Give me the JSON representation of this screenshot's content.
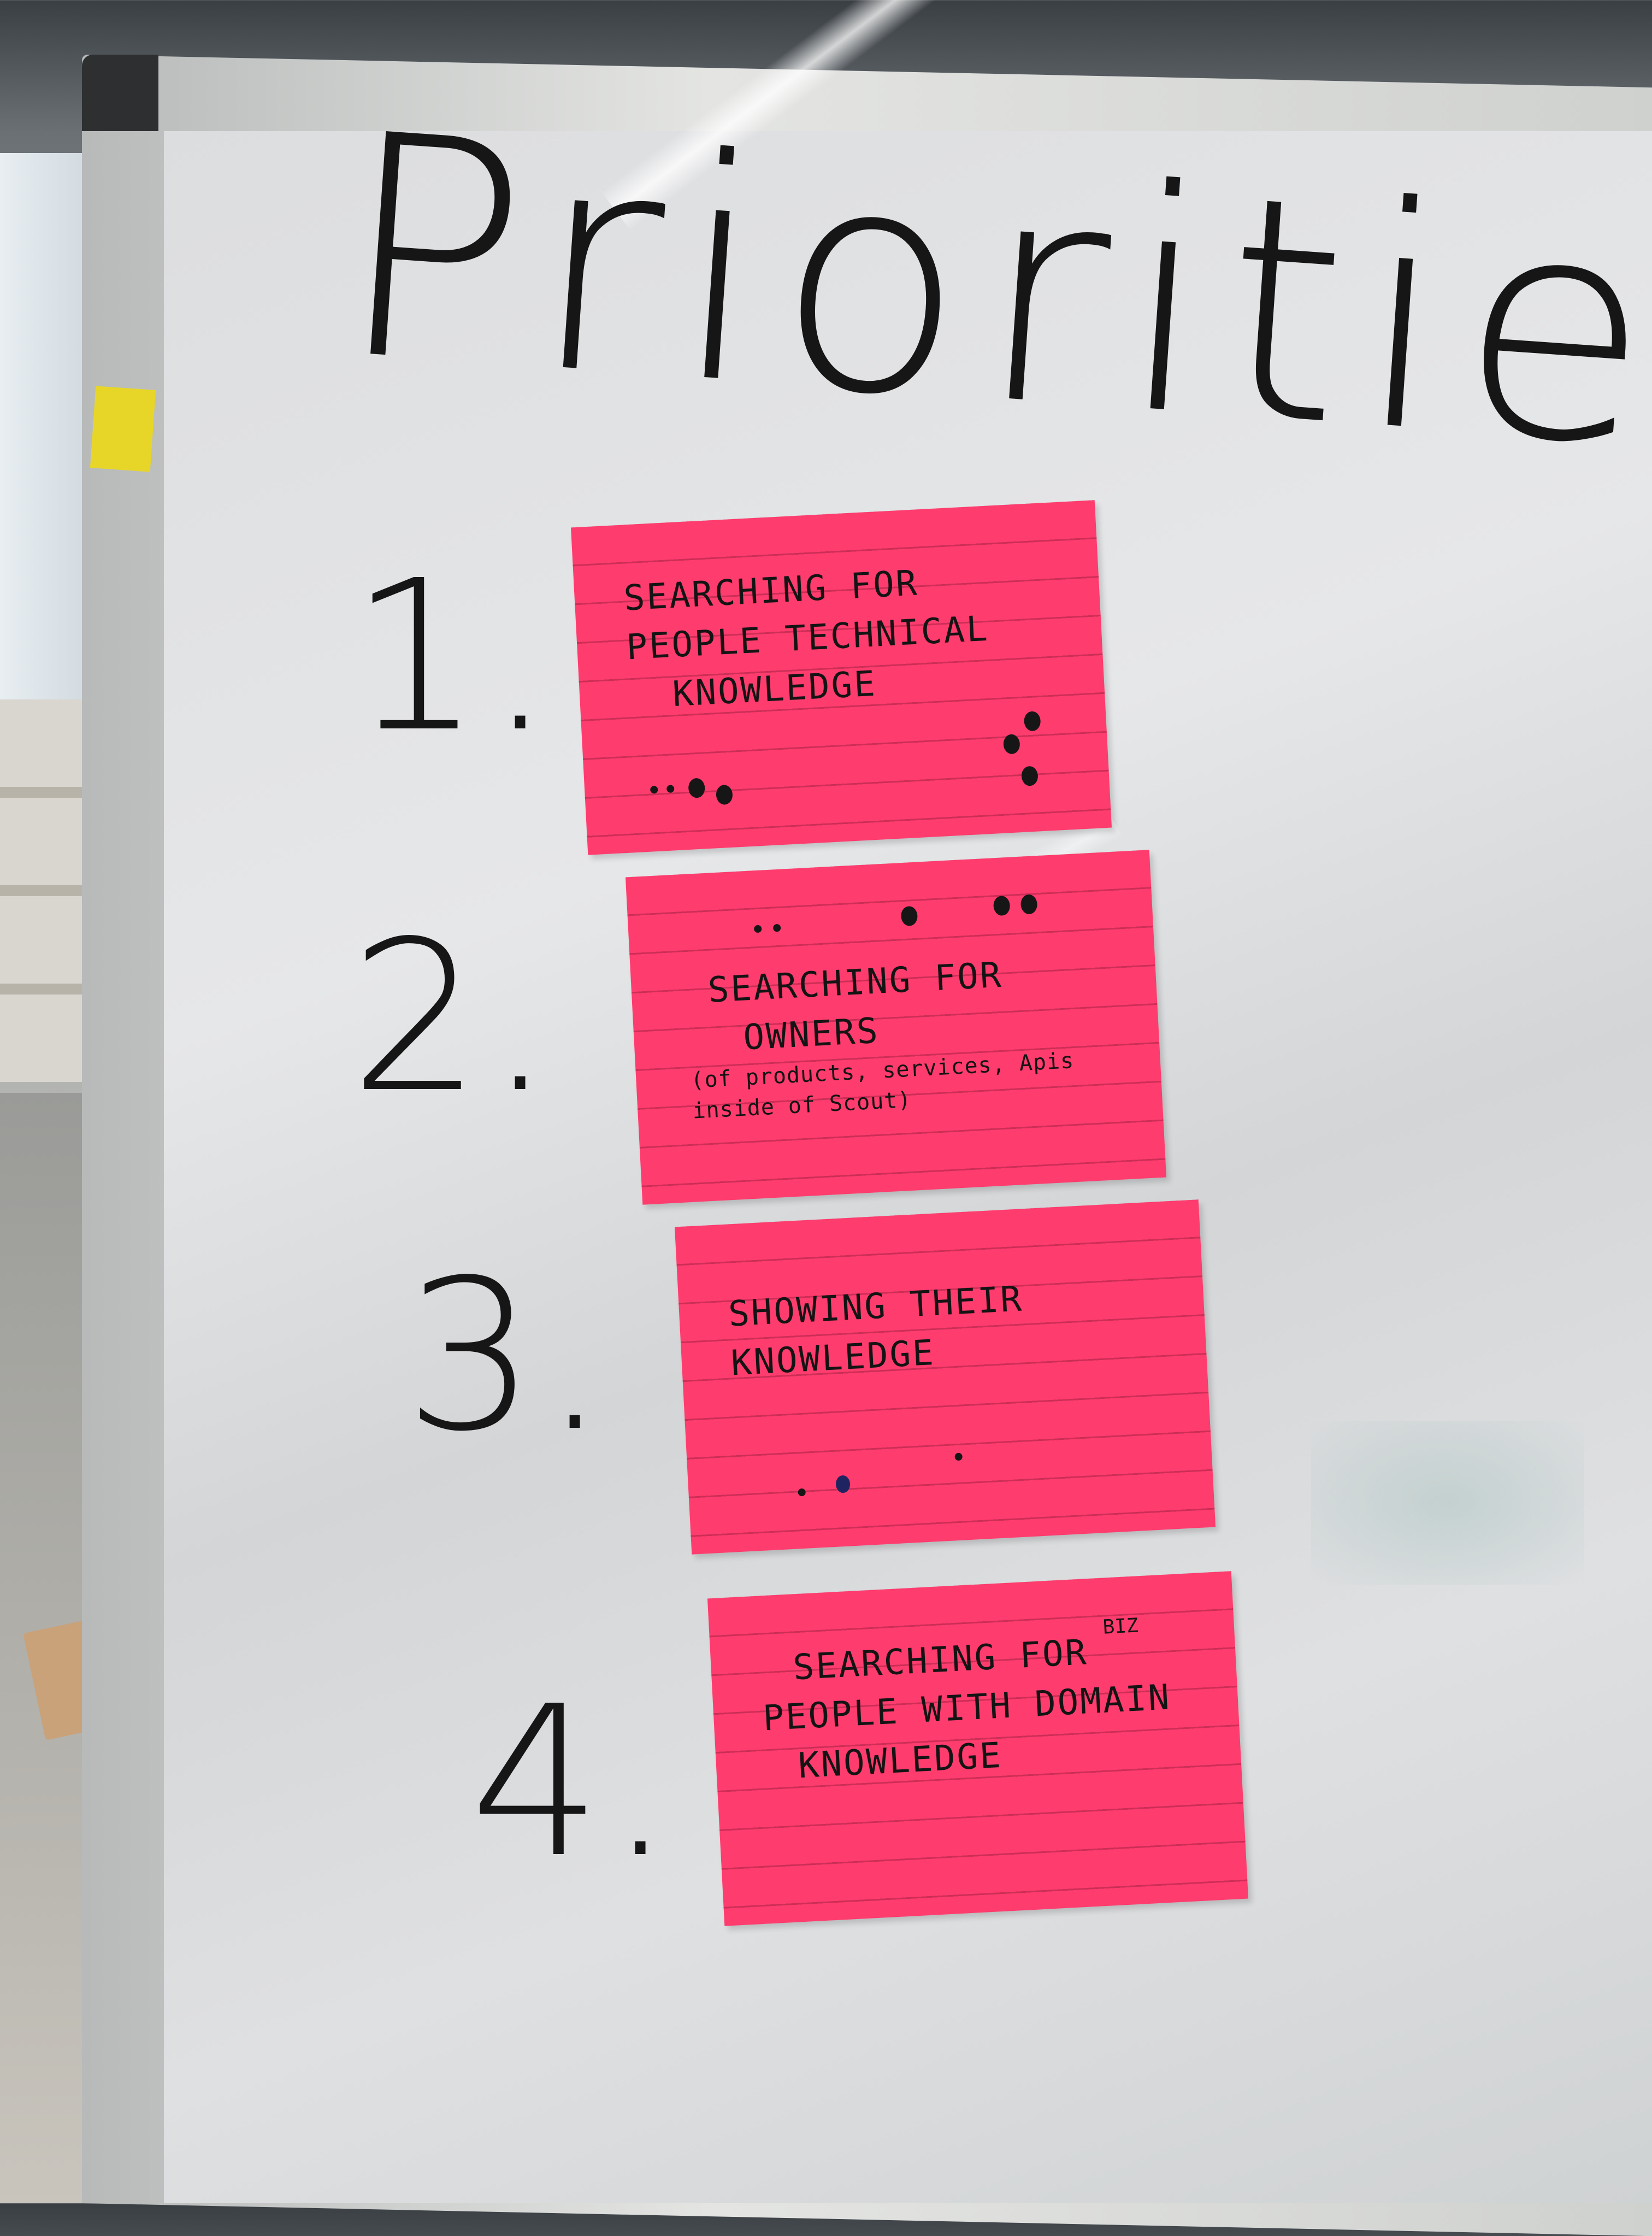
{
  "board": {
    "title": "Priorities"
  },
  "priorities": [
    {
      "number": "1.",
      "lines": [
        "SEARCHING FOR",
        "PEOPLE TECHNICAL",
        "KNOWLEDGE"
      ]
    },
    {
      "number": "2.",
      "lines": [
        "SEARCHING FOR",
        "OWNERS"
      ],
      "note": "(of products, services, Apis inside of Scout)"
    },
    {
      "number": "3.",
      "lines": [
        "SHOWING THEIR",
        "KNOWLEDGE"
      ]
    },
    {
      "number": "4.",
      "lines": [
        "SEARCHING FOR",
        "PEOPLE WITH DOMAIN",
        "KNOWLEDGE"
      ],
      "insert": "BIZ"
    }
  ],
  "colors": {
    "sticky_note": "#ff3c6e",
    "marker": "#161616",
    "board": "#e0e1e3"
  }
}
